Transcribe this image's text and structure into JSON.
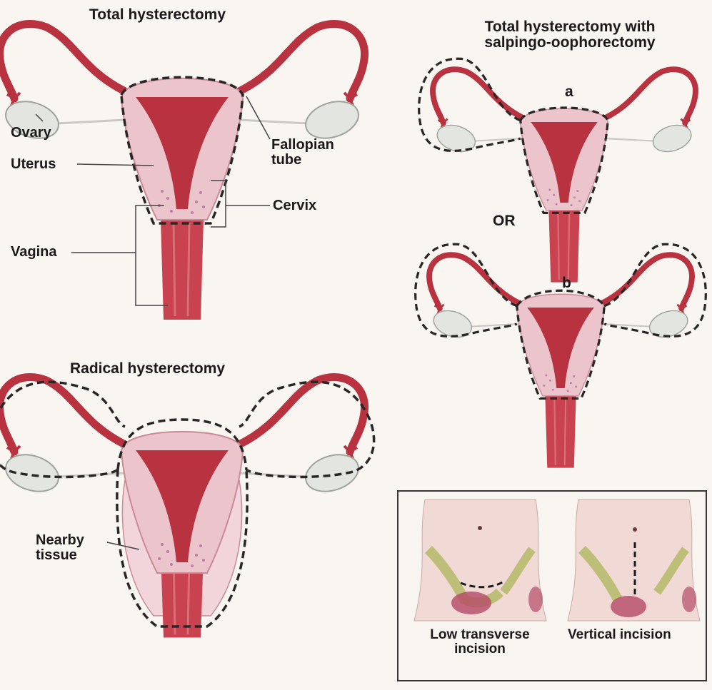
{
  "panels": {
    "total": {
      "title": "Total hysterectomy"
    },
    "salpingo": {
      "title_line1": "Total hysterectomy with",
      "title_line2": "salpingo-oophorectomy",
      "option_a": "a",
      "option_or": "OR",
      "option_b": "b"
    },
    "radical": {
      "title": "Radical hysterectomy"
    }
  },
  "labels": {
    "ovary": "Ovary",
    "uterus": "Uterus",
    "vagina": "Vagina",
    "fallopian_line1": "Fallopian",
    "fallopian_line2": "tube",
    "cervix": "Cervix",
    "nearby_line1": "Nearby",
    "nearby_line2": "tissue"
  },
  "incisions": {
    "low_line1": "Low transverse",
    "low_line2": "incision",
    "vertical": "Vertical incision"
  },
  "colors": {
    "tissue_dark": "#b8323f",
    "tissue_light": "#ecc4cc",
    "ovary": "#e3e5e0",
    "dashed_outline": "#2b2626"
  }
}
